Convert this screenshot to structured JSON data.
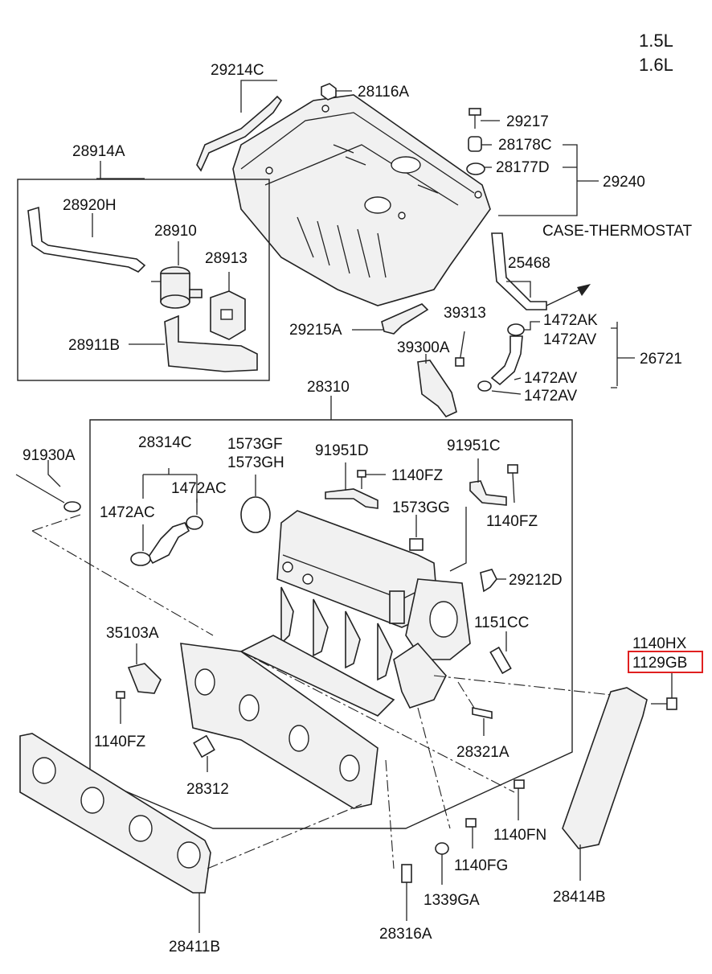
{
  "engine": {
    "line1": "1.5L",
    "line2": "1.6L"
  },
  "labels": {
    "p29214C": "29214C",
    "p28116A": "28116A",
    "p29217": "29217",
    "p28178C": "28178C",
    "p28177D": "28177D",
    "p29240": "29240",
    "case_thermostat": "CASE-THERMOSTAT",
    "p28914A": "28914A",
    "p28920H": "28920H",
    "p28910": "28910",
    "p28913": "28913",
    "p28911B": "28911B",
    "p25468": "25468",
    "p39313": "39313",
    "p29215A": "29215A",
    "p39300A": "39300A",
    "p1472AK": "1472AK",
    "p1472AV_a": "1472AV",
    "p26721": "26721",
    "p1472AV_b": "1472AV",
    "p1472AV_c": "1472AV",
    "p28310": "28310",
    "p91930A": "91930A",
    "p28314C": "28314C",
    "p1573GF": "1573GF",
    "p1573GH": "1573GH",
    "p91951D": "91951D",
    "p91951C": "91951C",
    "p1140FZ_a": "1140FZ",
    "p1472AC_a": "1472AC",
    "p1472AC_b": "1472AC",
    "p1573GG": "1573GG",
    "p1140FZ_b": "1140FZ",
    "p29212D": "29212D",
    "p1151CC": "1151CC",
    "p35103A": "35103A",
    "p1140HX": "1140HX",
    "p1129GB": "1129GB",
    "p1140FZ_c": "1140FZ",
    "p28321A": "28321A",
    "p28312": "28312",
    "p1140FN": "1140FN",
    "p1140FG": "1140FG",
    "p1339GA": "1339GA",
    "p28414B": "28414B",
    "p28411B": "28411B",
    "p28316A": "28316A"
  },
  "highlight": {
    "part": "1129GB",
    "color": "#e02020"
  }
}
